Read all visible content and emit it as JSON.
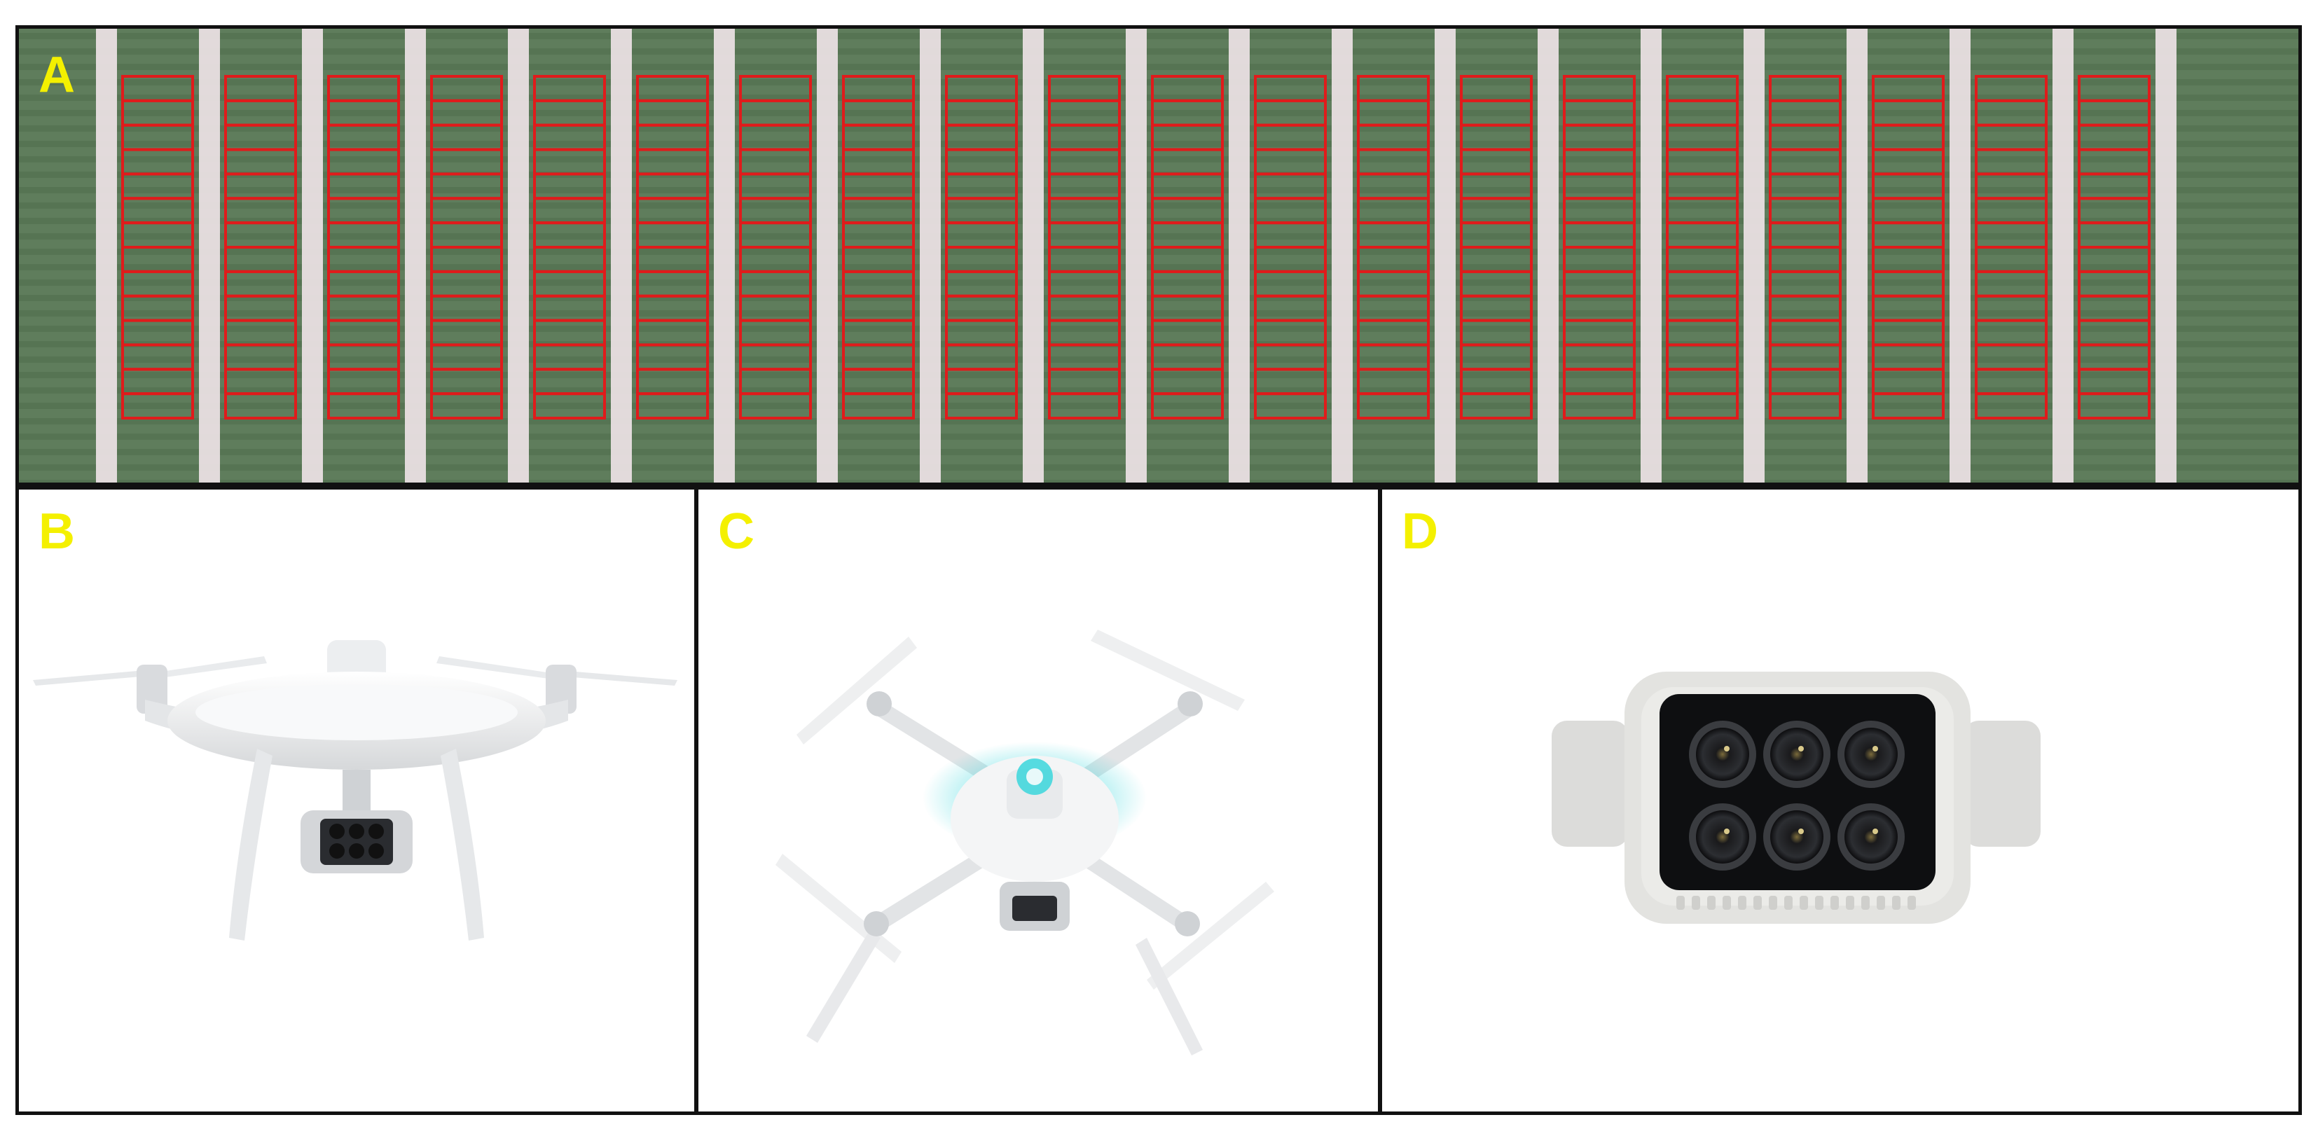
{
  "figure": {
    "panels": [
      {
        "id": "A",
        "label": "A",
        "content": "aerial-field-plots",
        "plot_columns": 20,
        "rows_per_column": 14,
        "outline_color": "#e01b1b"
      },
      {
        "id": "B",
        "label": "B",
        "content": "drone-side-view"
      },
      {
        "id": "C",
        "label": "C",
        "content": "drone-top-view",
        "glow_color": "#39d6dc"
      },
      {
        "id": "D",
        "label": "D",
        "content": "multispectral-camera",
        "lens_count": 6
      }
    ],
    "colors": {
      "label": "#f4f000",
      "border": "#111111",
      "crop": "#5f7d5c",
      "alley": "#e9dfe2"
    }
  }
}
